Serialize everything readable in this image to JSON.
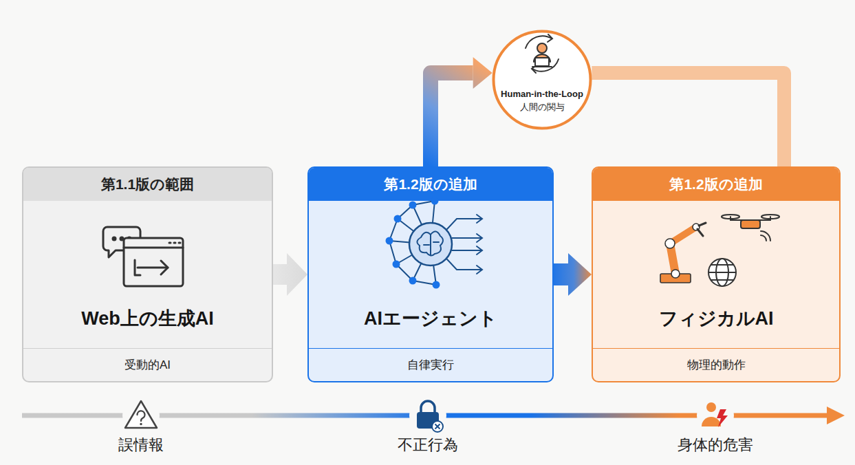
{
  "diagram": {
    "nodes": [
      {
        "text": [
          "第1.1版の範囲",
          "Web上の生成AI",
          "受動的AI"
        ]
      },
      {
        "text": [
          "第1.2版の追加",
          "AIエージェント",
          "自律実行"
        ]
      },
      {
        "text": [
          "Human-in-the-Loop",
          "人間の関与"
        ]
      },
      {
        "text": [
          "第1.2版の追加",
          "フィジカルAI",
          "物理的動作"
        ]
      }
    ],
    "edges": [
      {
        "from": 0,
        "to": 1,
        "arrow": "to"
      },
      {
        "from": 1,
        "to": 3,
        "arrow": "to"
      },
      {
        "from": 1,
        "to": 2,
        "arrow": "to"
      },
      {
        "from": 2,
        "to": 3,
        "arrow": "none"
      }
    ],
    "labels": [
      "誤情報",
      "不正行為",
      "身体的危害"
    ]
  }
}
